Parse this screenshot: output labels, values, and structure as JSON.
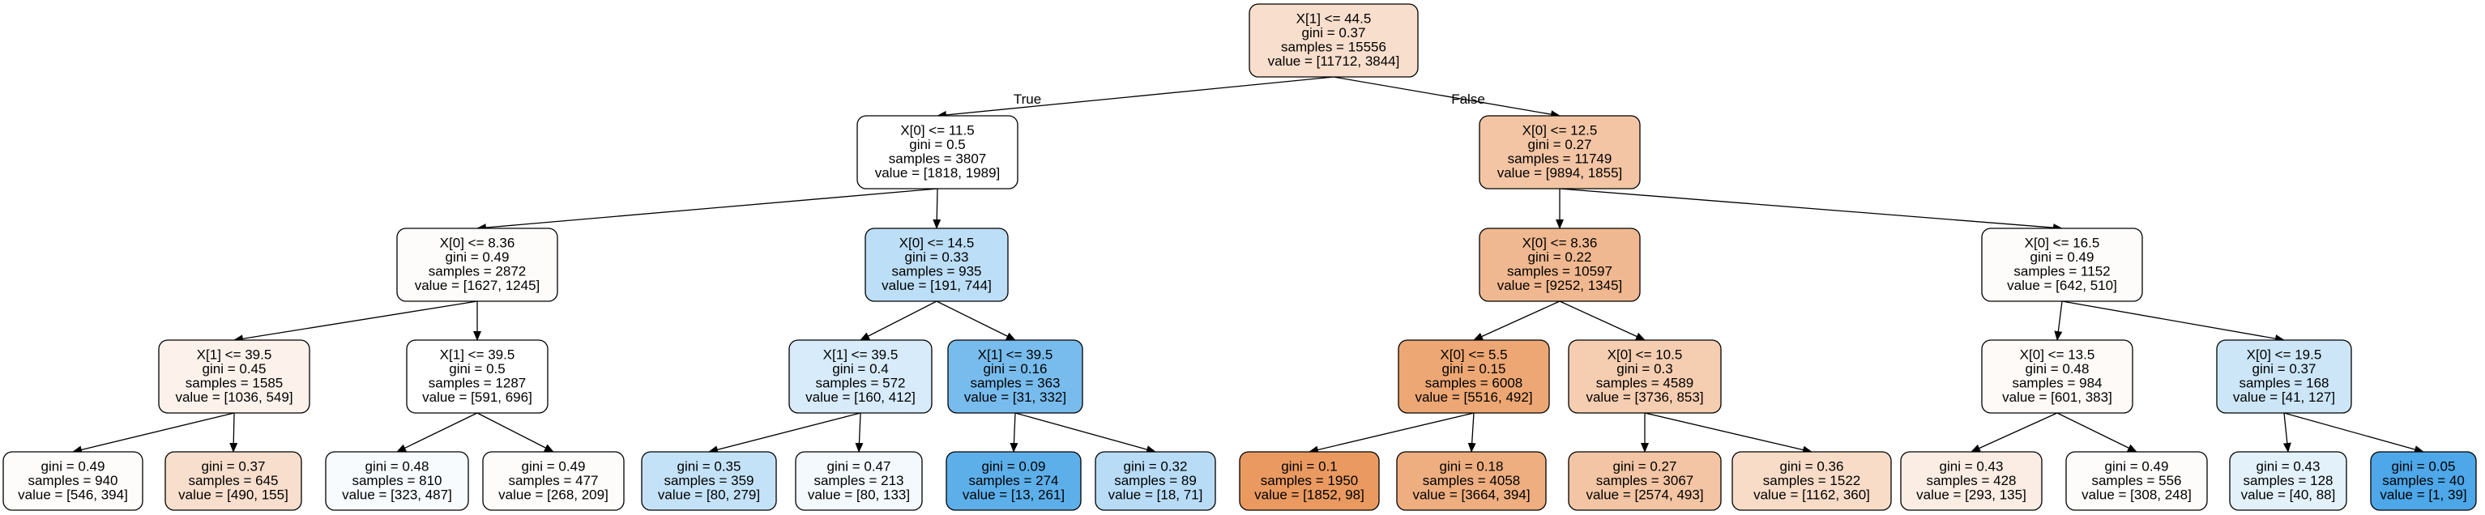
{
  "tree": {
    "colors": {
      "class0": "#e58139",
      "class1": "#399de5",
      "stroke": "#000000"
    },
    "root_edge_labels": {
      "left": "True",
      "right": "False"
    },
    "nodes": [
      {
        "id": "n0",
        "parent": null,
        "impurity": 0.37,
        "majority": 0,
        "lines": [
          "X[1] <= 44.5",
          "gini = 0.37",
          "samples = 15556",
          "value = [11712, 3844]"
        ]
      },
      {
        "id": "n1",
        "parent": "n0",
        "impurity": 0.5,
        "majority": 1,
        "lines": [
          "X[0] <= 11.5",
          "gini = 0.5",
          "samples = 3807",
          "value = [1818, 1989]"
        ]
      },
      {
        "id": "n2",
        "parent": "n0",
        "impurity": 0.27,
        "majority": 0,
        "lines": [
          "X[0] <= 12.5",
          "gini = 0.27",
          "samples = 11749",
          "value = [9894, 1855]"
        ]
      },
      {
        "id": "n3",
        "parent": "n1",
        "impurity": 0.49,
        "majority": 0,
        "lines": [
          "X[0] <= 8.36",
          "gini = 0.49",
          "samples = 2872",
          "value = [1627, 1245]"
        ]
      },
      {
        "id": "n4",
        "parent": "n1",
        "impurity": 0.33,
        "majority": 1,
        "lines": [
          "X[0] <= 14.5",
          "gini = 0.33",
          "samples = 935",
          "value = [191, 744]"
        ]
      },
      {
        "id": "n5",
        "parent": "n2",
        "impurity": 0.22,
        "majority": 0,
        "lines": [
          "X[0] <= 8.36",
          "gini = 0.22",
          "samples = 10597",
          "value = [9252, 1345]"
        ]
      },
      {
        "id": "n6",
        "parent": "n2",
        "impurity": 0.49,
        "majority": 0,
        "lines": [
          "X[0] <= 16.5",
          "gini = 0.49",
          "samples = 1152",
          "value = [642, 510]"
        ]
      },
      {
        "id": "n7",
        "parent": "n3",
        "impurity": 0.45,
        "majority": 0,
        "lines": [
          "X[1] <= 39.5",
          "gini = 0.45",
          "samples = 1585",
          "value = [1036, 549]"
        ]
      },
      {
        "id": "n8",
        "parent": "n3",
        "impurity": 0.5,
        "majority": 1,
        "lines": [
          "X[1] <= 39.5",
          "gini = 0.5",
          "samples = 1287",
          "value = [591, 696]"
        ]
      },
      {
        "id": "n9",
        "parent": "n4",
        "impurity": 0.4,
        "majority": 1,
        "lines": [
          "X[1] <= 39.5",
          "gini = 0.4",
          "samples = 572",
          "value = [160, 412]"
        ]
      },
      {
        "id": "n10",
        "parent": "n4",
        "impurity": 0.16,
        "majority": 1,
        "lines": [
          "X[1] <= 39.5",
          "gini = 0.16",
          "samples = 363",
          "value = [31, 332]"
        ]
      },
      {
        "id": "n11",
        "parent": "n5",
        "impurity": 0.15,
        "majority": 0,
        "lines": [
          "X[0] <= 5.5",
          "gini = 0.15",
          "samples = 6008",
          "value = [5516, 492]"
        ]
      },
      {
        "id": "n12",
        "parent": "n5",
        "impurity": 0.3,
        "majority": 0,
        "lines": [
          "X[0] <= 10.5",
          "gini = 0.3",
          "samples = 4589",
          "value = [3736, 853]"
        ]
      },
      {
        "id": "n13",
        "parent": "n6",
        "impurity": 0.48,
        "majority": 0,
        "lines": [
          "X[0] <= 13.5",
          "gini = 0.48",
          "samples = 984",
          "value = [601, 383]"
        ]
      },
      {
        "id": "n14",
        "parent": "n6",
        "impurity": 0.37,
        "majority": 1,
        "lines": [
          "X[0] <= 19.5",
          "gini = 0.37",
          "samples = 168",
          "value = [41, 127]"
        ]
      },
      {
        "id": "n15",
        "parent": "n7",
        "impurity": 0.49,
        "majority": 0,
        "lines": [
          "gini = 0.49",
          "samples = 940",
          "value = [546, 394]"
        ]
      },
      {
        "id": "n16",
        "parent": "n7",
        "impurity": 0.37,
        "majority": 0,
        "lines": [
          "gini = 0.37",
          "samples = 645",
          "value = [490, 155]"
        ]
      },
      {
        "id": "n17",
        "parent": "n8",
        "impurity": 0.48,
        "majority": 1,
        "lines": [
          "gini = 0.48",
          "samples = 810",
          "value = [323, 487]"
        ]
      },
      {
        "id": "n18",
        "parent": "n8",
        "impurity": 0.49,
        "majority": 0,
        "lines": [
          "gini = 0.49",
          "samples = 477",
          "value = [268, 209]"
        ]
      },
      {
        "id": "n19",
        "parent": "n9",
        "impurity": 0.35,
        "majority": 1,
        "lines": [
          "gini = 0.35",
          "samples = 359",
          "value = [80, 279]"
        ]
      },
      {
        "id": "n20",
        "parent": "n9",
        "impurity": 0.47,
        "majority": 1,
        "lines": [
          "gini = 0.47",
          "samples = 213",
          "value = [80, 133]"
        ]
      },
      {
        "id": "n21",
        "parent": "n10",
        "impurity": 0.09,
        "majority": 1,
        "lines": [
          "gini = 0.09",
          "samples = 274",
          "value = [13, 261]"
        ]
      },
      {
        "id": "n22",
        "parent": "n10",
        "impurity": 0.32,
        "majority": 1,
        "lines": [
          "gini = 0.32",
          "samples = 89",
          "value = [18, 71]"
        ]
      },
      {
        "id": "n23",
        "parent": "n11",
        "impurity": 0.1,
        "majority": 0,
        "lines": [
          "gini = 0.1",
          "samples = 1950",
          "value = [1852, 98]"
        ]
      },
      {
        "id": "n24",
        "parent": "n11",
        "impurity": 0.18,
        "majority": 0,
        "lines": [
          "gini = 0.18",
          "samples = 4058",
          "value = [3664, 394]"
        ]
      },
      {
        "id": "n25",
        "parent": "n12",
        "impurity": 0.27,
        "majority": 0,
        "lines": [
          "gini = 0.27",
          "samples = 3067",
          "value = [2574, 493]"
        ]
      },
      {
        "id": "n26",
        "parent": "n12",
        "impurity": 0.36,
        "majority": 0,
        "lines": [
          "gini = 0.36",
          "samples = 1522",
          "value = [1162, 360]"
        ]
      },
      {
        "id": "n27",
        "parent": "n13",
        "impurity": 0.43,
        "majority": 0,
        "lines": [
          "gini = 0.43",
          "samples = 428",
          "value = [293, 135]"
        ]
      },
      {
        "id": "n28",
        "parent": "n13",
        "impurity": 0.49,
        "majority": 0,
        "lines": [
          "gini = 0.49",
          "samples = 556",
          "value = [308, 248]"
        ]
      },
      {
        "id": "n29",
        "parent": "n14",
        "impurity": 0.43,
        "majority": 1,
        "lines": [
          "gini = 0.43",
          "samples = 128",
          "value = [40, 88]"
        ]
      },
      {
        "id": "n30",
        "parent": "n14",
        "impurity": 0.05,
        "majority": 1,
        "lines": [
          "gini = 0.05",
          "samples = 40",
          "value = [1, 39]"
        ]
      }
    ]
  }
}
